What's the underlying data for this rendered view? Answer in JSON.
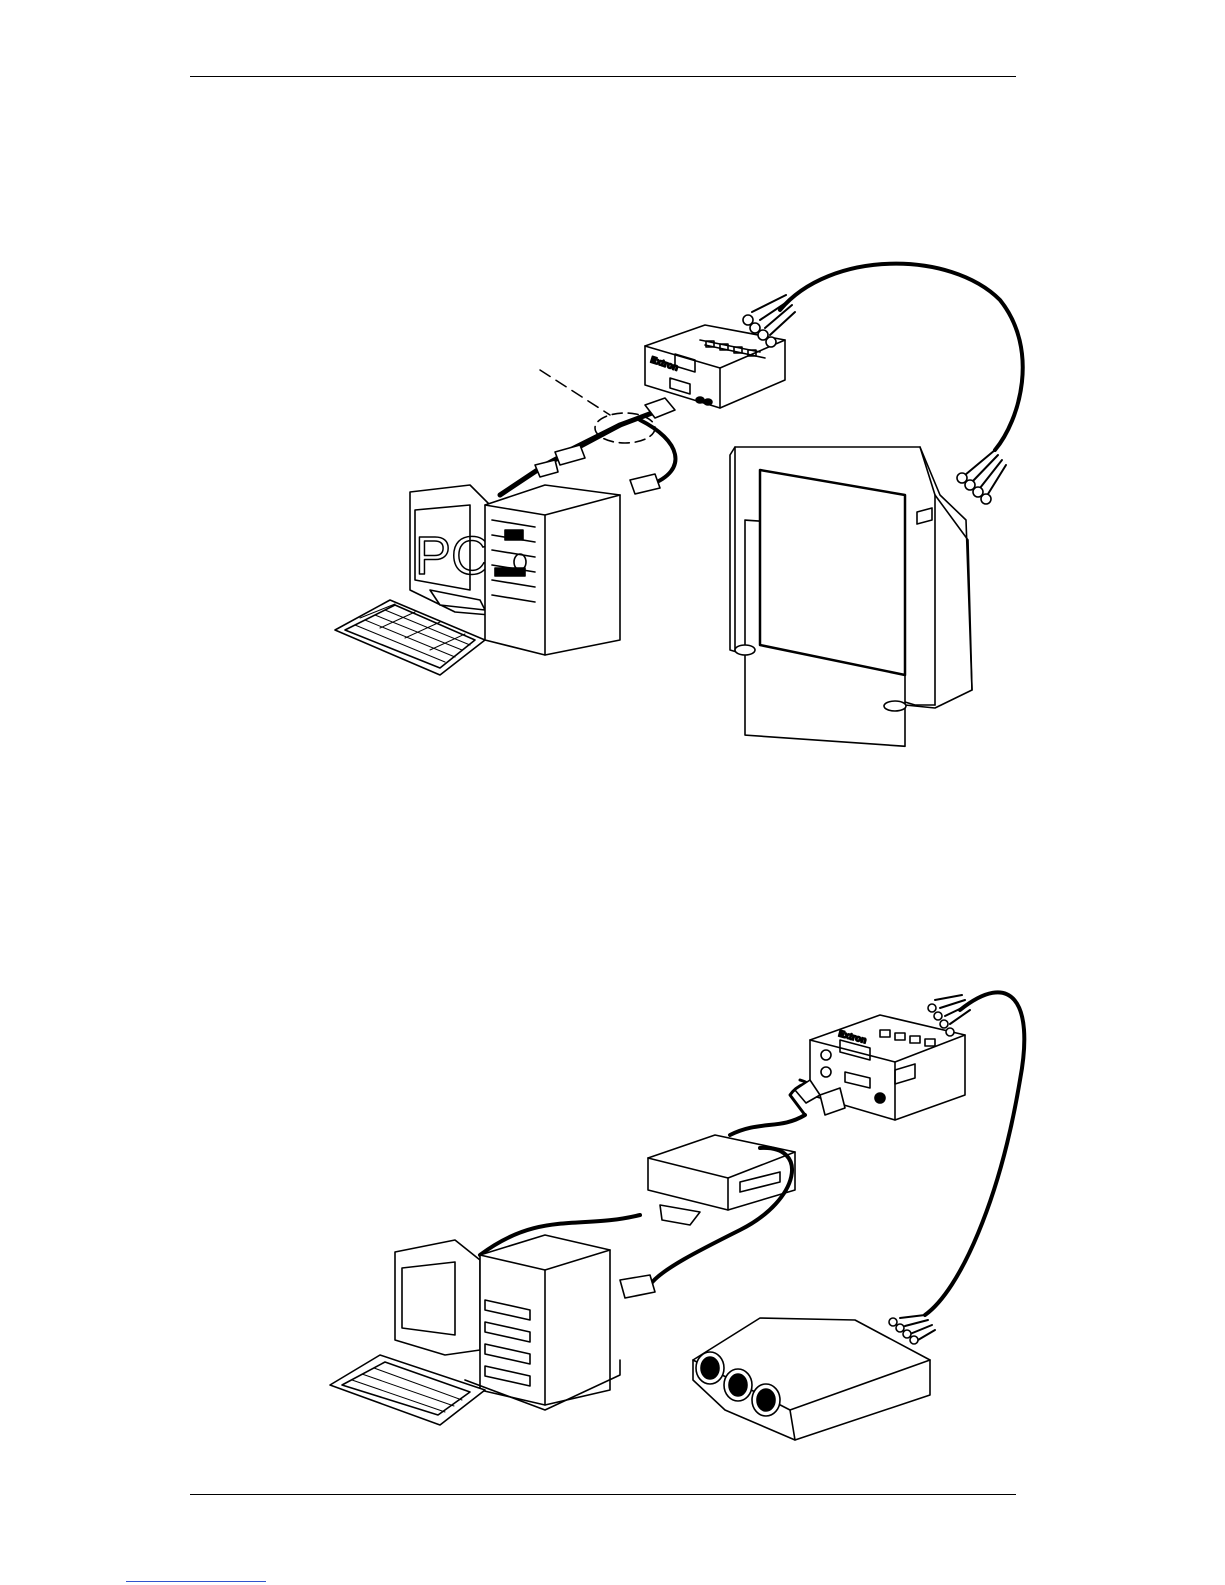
{
  "figure_1": {
    "computer_label": "PC",
    "interface_brand": "Extron"
  },
  "figure_2": {
    "interface_brand": "Extron"
  }
}
